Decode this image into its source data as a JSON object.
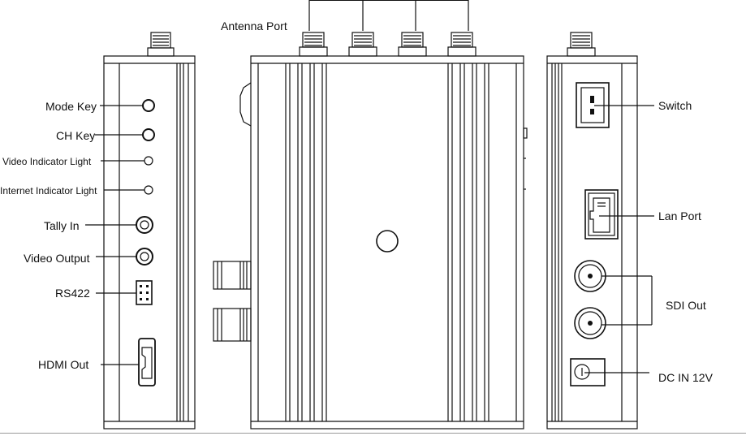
{
  "labels": {
    "antenna_port": "Antenna Port",
    "mode_key": "Mode Key",
    "ch_key": "CH Key",
    "video_indicator_light": "Video Indicator Light",
    "internet_indicator_light": "Internet Indicator Light",
    "tally_in": "Tally In",
    "video_output": "Video Output",
    "rs422": "RS422",
    "hdmi_out": "HDMI Out",
    "switch": "Switch",
    "lan_port": "Lan Port",
    "sdi_out": "SDI Out",
    "dc_in": "DC IN 12V"
  },
  "colors": {
    "stroke": "#111111",
    "background": "#ffffff"
  }
}
